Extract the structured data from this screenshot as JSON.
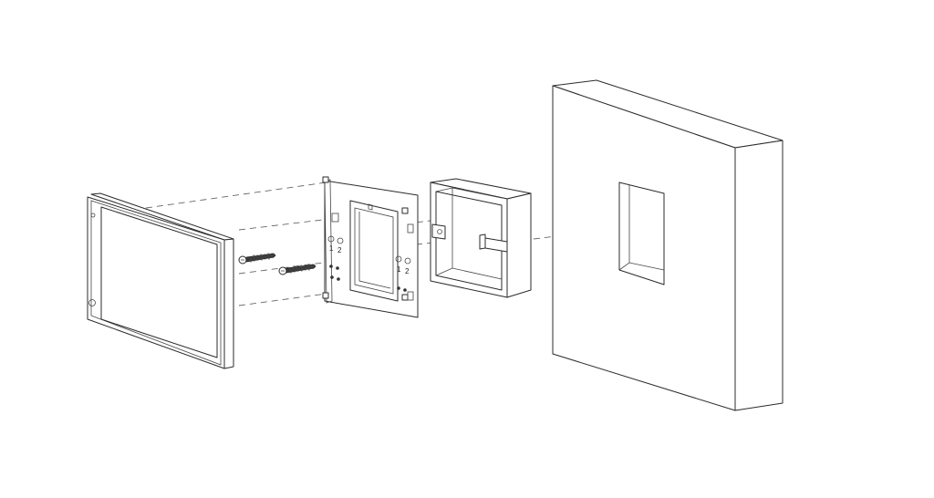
{
  "diagram": {
    "type": "exploded-installation-view",
    "components": [
      "display-panel",
      "screws",
      "mounting-bracket",
      "back-box",
      "wall"
    ],
    "bracket_labels": {
      "left_pair": [
        "1",
        "2"
      ],
      "right_pair": [
        "1",
        "2"
      ]
    },
    "line_color": "#2b2b2b",
    "background": "#ffffff"
  }
}
